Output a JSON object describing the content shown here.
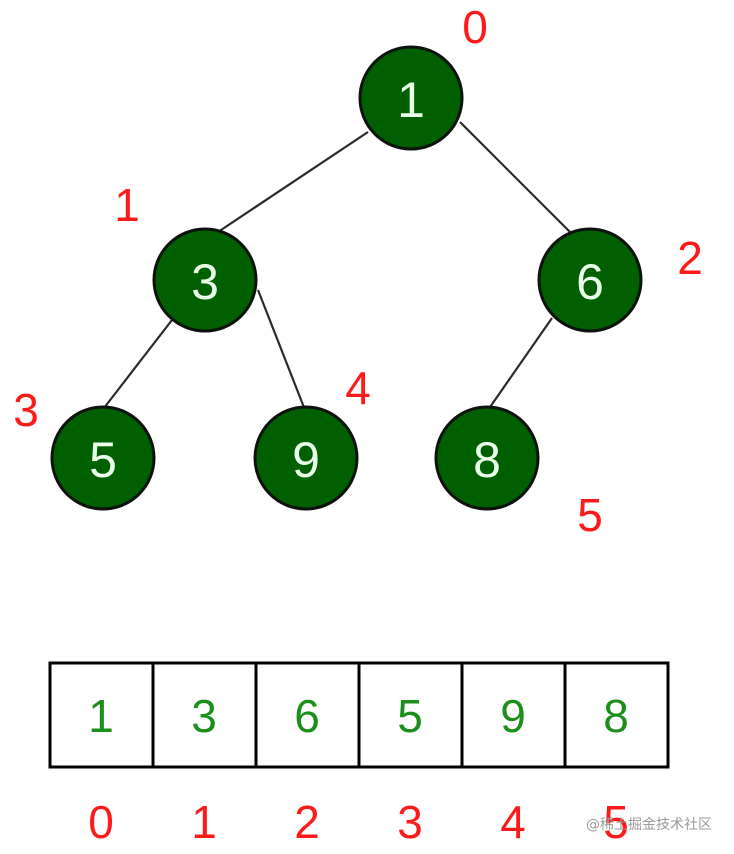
{
  "tree": {
    "nodes": [
      {
        "index_label": "0",
        "value": "1"
      },
      {
        "index_label": "1",
        "value": "3"
      },
      {
        "index_label": "2",
        "value": "6"
      },
      {
        "index_label": "3",
        "value": "5"
      },
      {
        "index_label": "4",
        "value": "9"
      },
      {
        "index_label": "5",
        "value": "8"
      }
    ],
    "edges": [
      [
        "1",
        "3"
      ],
      [
        "1",
        "6"
      ],
      [
        "3",
        "5"
      ],
      [
        "3",
        "9"
      ],
      [
        "6",
        "8"
      ]
    ]
  },
  "array": {
    "values": [
      "1",
      "3",
      "6",
      "5",
      "9",
      "8"
    ],
    "indices": [
      "0",
      "1",
      "2",
      "3",
      "4",
      "5"
    ]
  },
  "watermark": "@稀土掘金技术社区",
  "colors": {
    "node_fill": "#005f00",
    "node_text": "#eaffea",
    "index_text": "#ff1a1a",
    "array_value_text": "#1a8f1a"
  }
}
